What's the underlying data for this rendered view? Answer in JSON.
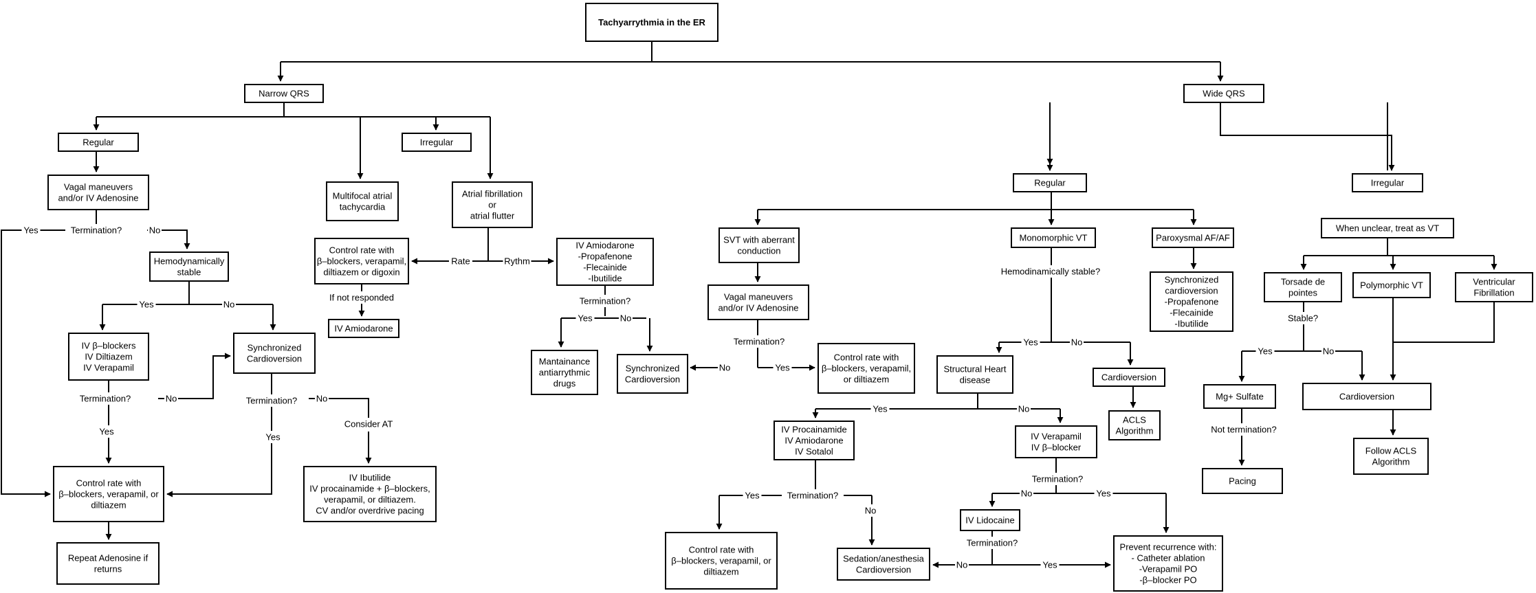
{
  "nodes": [
    {
      "id": "root",
      "lines": [
        "Tachyarrythmia in the ER"
      ],
      "bold": true
    },
    {
      "id": "narrow",
      "lines": [
        "Narrow QRS"
      ]
    },
    {
      "id": "wide",
      "lines": [
        "Wide QRS"
      ]
    },
    {
      "id": "n_regular",
      "lines": [
        "Regular"
      ]
    },
    {
      "id": "n_irregular",
      "lines": [
        "Irregular"
      ]
    },
    {
      "id": "vagal1",
      "lines": [
        "Vagal maneuvers",
        "and/or IV Adenosine"
      ]
    },
    {
      "id": "hemo_stable",
      "lines": [
        "Hemodynamically",
        "stable"
      ]
    },
    {
      "id": "iv_bblockers",
      "lines": [
        "IV β–blockers",
        "IV Diltiazem",
        "IV Verapamil"
      ]
    },
    {
      "id": "sync_cv1",
      "lines": [
        "Synchronized",
        "Cardioversion"
      ]
    },
    {
      "id": "ctrl_rate1",
      "lines": [
        "Control rate with",
        "β–blockers, verapamil, or",
        "diltiazem"
      ]
    },
    {
      "id": "repeat_aden",
      "lines": [
        "Repeat Adenosine if",
        "returns"
      ]
    },
    {
      "id": "iv_ibutilide",
      "lines": [
        "IV Ibutilide",
        "IV procainamide + β–blockers,",
        "verapamil, or diltiazem.",
        "CV and/or overdrive pacing"
      ]
    },
    {
      "id": "multifocal",
      "lines": [
        "Multifocal atrial",
        "tachycardia"
      ]
    },
    {
      "id": "afib",
      "lines": [
        "Atrial fibrillation",
        "or",
        "atrial flutter"
      ]
    },
    {
      "id": "ctrl_rate2",
      "lines": [
        "Control rate with",
        "β–blockers, verapamil,",
        "diltiazem or digoxin"
      ]
    },
    {
      "id": "iv_amio1",
      "lines": [
        "IV Amiodarone"
      ]
    },
    {
      "id": "iv_amio_list",
      "lines": [
        "IV Amiodarone",
        "-Propafenone",
        "-Flecainide",
        "-Ibutilide"
      ]
    },
    {
      "id": "maint",
      "lines": [
        "Mantainance",
        "antiarrythmic",
        "drugs"
      ]
    },
    {
      "id": "sync_cv2",
      "lines": [
        "Synchronized",
        "Cardioversion"
      ]
    },
    {
      "id": "w_regular",
      "lines": [
        "Regular"
      ]
    },
    {
      "id": "w_irregular",
      "lines": [
        "Irregular"
      ]
    },
    {
      "id": "svt_aberrant",
      "lines": [
        "SVT with aberrant",
        "conduction"
      ]
    },
    {
      "id": "mono_vt",
      "lines": [
        "Monomorphic VT"
      ]
    },
    {
      "id": "parox",
      "lines": [
        "Paroxysmal AF/AF"
      ]
    },
    {
      "id": "vagal2",
      "lines": [
        "Vagal maneuvers",
        "and/or IV Adenosine"
      ]
    },
    {
      "id": "ctrl_rate3",
      "lines": [
        "Control rate with",
        "β–blockers, verapamil,",
        "or diltiazem"
      ]
    },
    {
      "id": "sync_list",
      "lines": [
        "Synchronized",
        "cardioversion",
        "-Propafenone",
        "-Flecainide",
        "-Ibutilide"
      ]
    },
    {
      "id": "struct_heart",
      "lines": [
        "Structural Heart",
        "disease"
      ]
    },
    {
      "id": "cardioversion_w",
      "lines": [
        "Cardioversion"
      ]
    },
    {
      "id": "acls1",
      "lines": [
        "ACLS",
        "Algorithm"
      ]
    },
    {
      "id": "iv_procain",
      "lines": [
        "IV Procainamide",
        "IV Amiodarone",
        "IV Sotalol"
      ]
    },
    {
      "id": "iv_verap",
      "lines": [
        "IV Verapamil",
        "IV β–blocker"
      ]
    },
    {
      "id": "ctrl_rate4",
      "lines": [
        "Control rate with",
        "β–blockers, verapamil, or",
        "diltiazem"
      ]
    },
    {
      "id": "sedation",
      "lines": [
        "Sedation/anesthesia",
        "Cardioversion"
      ]
    },
    {
      "id": "iv_lido",
      "lines": [
        "IV Lidocaine"
      ]
    },
    {
      "id": "prevent",
      "lines": [
        "Prevent recurrence with:",
        "- Catheter ablation",
        "-Verapamil PO",
        "-β–blocker PO"
      ]
    },
    {
      "id": "unclear_vt",
      "lines": [
        "When unclear, treat as VT"
      ]
    },
    {
      "id": "torsade",
      "lines": [
        "Torsade de",
        "pointes"
      ]
    },
    {
      "id": "poly_vt",
      "lines": [
        "Polymorphic VT"
      ]
    },
    {
      "id": "vfib",
      "lines": [
        "Ventricular",
        "Fibrillation"
      ]
    },
    {
      "id": "mg_sulfate",
      "lines": [
        "Mg+ Sulfate"
      ]
    },
    {
      "id": "cardioversion_big",
      "lines": [
        "Cardioversion"
      ]
    },
    {
      "id": "pacing",
      "lines": [
        "Pacing"
      ]
    },
    {
      "id": "follow_acls",
      "lines": [
        "Follow ACLS",
        "Algorithm"
      ]
    }
  ],
  "labels": [
    {
      "id": "l_termination1",
      "text": "Termination?"
    },
    {
      "id": "l_yes1",
      "text": "Yes"
    },
    {
      "id": "l_no1",
      "text": "No"
    },
    {
      "id": "l_yes2",
      "text": "Yes"
    },
    {
      "id": "l_no2",
      "text": "No"
    },
    {
      "id": "l_termination2",
      "text": "Termination?"
    },
    {
      "id": "l_no3",
      "text": "No"
    },
    {
      "id": "l_yes3",
      "text": "Yes"
    },
    {
      "id": "l_termination3",
      "text": "Termination?"
    },
    {
      "id": "l_no4",
      "text": "No"
    },
    {
      "id": "l_yes4",
      "text": "Yes"
    },
    {
      "id": "l_consider_at",
      "text": "Consider AT"
    },
    {
      "id": "l_rate",
      "text": "Rate"
    },
    {
      "id": "l_rythm",
      "text": "Rythm"
    },
    {
      "id": "l_if_not",
      "text": "If not responded"
    },
    {
      "id": "l_termination4",
      "text": "Termination?"
    },
    {
      "id": "l_yes5",
      "text": "Yes"
    },
    {
      "id": "l_no5",
      "text": "No"
    },
    {
      "id": "l_termination5",
      "text": "Termination?"
    },
    {
      "id": "l_no6",
      "text": "No"
    },
    {
      "id": "l_yes6",
      "text": "Yes"
    },
    {
      "id": "l_hemo_q",
      "text": "Hemodinamically stable?"
    },
    {
      "id": "l_yes7",
      "text": "Yes"
    },
    {
      "id": "l_no7",
      "text": "No"
    },
    {
      "id": "l_yes8",
      "text": "Yes"
    },
    {
      "id": "l_no8",
      "text": "No"
    },
    {
      "id": "l_termination6",
      "text": "Termination?"
    },
    {
      "id": "l_yes9",
      "text": "Yes"
    },
    {
      "id": "l_no9",
      "text": "No"
    },
    {
      "id": "l_termination7",
      "text": "Termination?"
    },
    {
      "id": "l_no10",
      "text": "No"
    },
    {
      "id": "l_yes10",
      "text": "Yes"
    },
    {
      "id": "l_termination8",
      "text": "Termination?"
    },
    {
      "id": "l_no11",
      "text": "No"
    },
    {
      "id": "l_yes11",
      "text": "Yes"
    },
    {
      "id": "l_stable",
      "text": "Stable?"
    },
    {
      "id": "l_yes12",
      "text": "Yes"
    },
    {
      "id": "l_no12",
      "text": "No"
    },
    {
      "id": "l_not_term",
      "text": "Not termination?"
    }
  ]
}
